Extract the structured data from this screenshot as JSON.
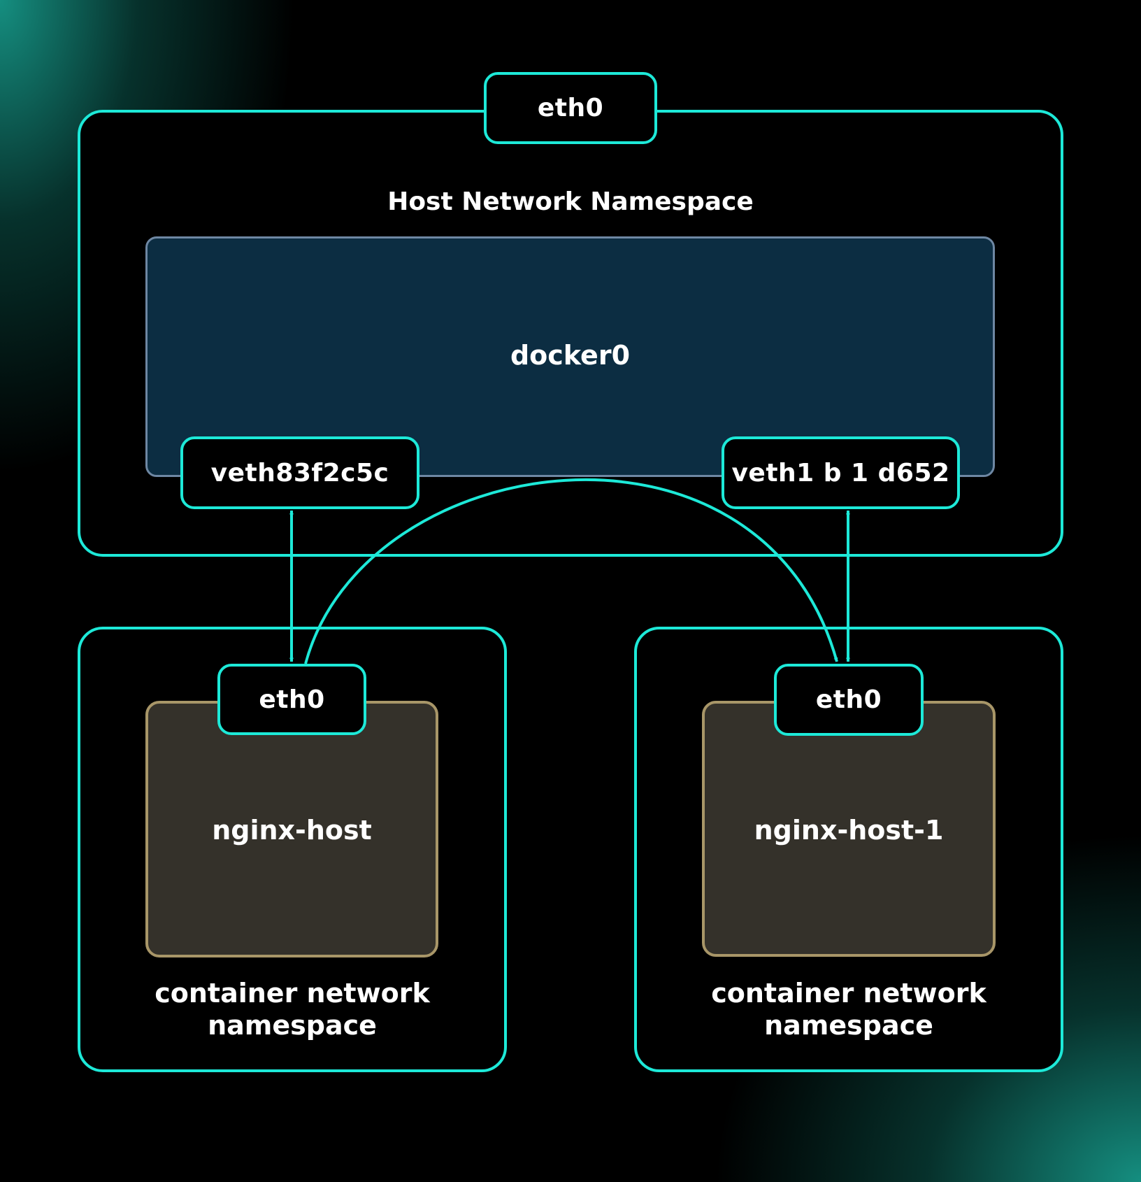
{
  "host": {
    "title": "Host Network Namespace",
    "eth": "eth0",
    "bridge": "docker0",
    "veth_left": "veth83f2c5c",
    "veth_right": "veth1 b 1 d652"
  },
  "containers": [
    {
      "eth": "eth0",
      "name": "nginx-host",
      "namespace_line1": "container network",
      "namespace_line2": "namespace"
    },
    {
      "eth": "eth0",
      "name": "nginx-host-1",
      "namespace_line1": "container network",
      "namespace_line2": "namespace"
    }
  ],
  "colors": {
    "accent": "#1de9d8",
    "bridge_fill": "#0c2d42",
    "bridge_border": "#6e87a3",
    "container_fill": "#34312a",
    "container_border": "#a89668",
    "text": "#ffffff"
  },
  "links": [
    {
      "from": "veth83f2c5c",
      "to": "container-1 eth0",
      "type": "bidirectional"
    },
    {
      "from": "veth1 b 1 d652",
      "to": "container-2 eth0",
      "type": "bidirectional"
    },
    {
      "from": "container-1 eth0",
      "to": "container-2 eth0",
      "type": "arc-directed"
    }
  ]
}
